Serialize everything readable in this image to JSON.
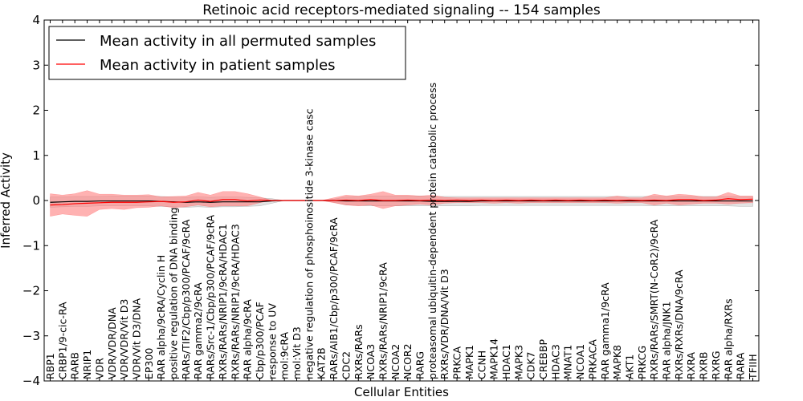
{
  "chart_data": {
    "type": "line",
    "title": "Retinoic acid receptors-mediated signaling -- 154 samples",
    "xlabel": "Cellular Entities",
    "ylabel": "Inferred Activity",
    "ylim": [
      -4,
      4
    ],
    "yticks": [
      -4,
      -3,
      -2,
      -1,
      0,
      1,
      2,
      3,
      4
    ],
    "ytick_labels": [
      "−4",
      "−3",
      "−2",
      "−1",
      "0",
      "1",
      "2",
      "3",
      "4"
    ],
    "legend_position": "top-left",
    "categories": [
      "RBP1",
      "CRBP1/9-cic-RA",
      "RARB",
      "NRIP1",
      "VDR",
      "VDR/VDR/DNA",
      "VDR/VDR/Vit D3",
      "VDR/Vit D3/DNA",
      "EP300",
      "RAR alpha/9cRA/Cyclin H",
      "positive regulation of DNA binding",
      "RARs/TIF2/Cbp/p300/PCAF/9cRA",
      "RAR gamma2/9cRA",
      "RARs/Src-1/Cbp/p300/PCAF/9cRA",
      "RXRs/RARs/NRIP1/9cRA/HDAC1",
      "RXRs/RARs/NRIP1/9cRA/HDAC3",
      "RAR alpha/9cRA",
      "Cbp/p300/PCAF",
      "response to UV",
      "mol:9cRA",
      "mol:Vit D3",
      "negative regulation of phosphoinositide 3-kinase casc",
      "KAT2B",
      "RARs/AIB1/Cbp/p300/PCAF/9cRA",
      "CDC2",
      "RXRs/RARs",
      "NCOA3",
      "RXRs/RARs/NRIP1/9cRA",
      "NCOA2",
      "NCOR2",
      "RARG",
      "proteasomal ubiquitin-dependent protein catabolic process",
      "RXRs/VDR/DNA/Vit D3",
      "PRKCA",
      "MAPK1",
      "CCNH",
      "MAPK14",
      "HDAC1",
      "MAPK3",
      "CDK7",
      "CREBBP",
      "HDAC3",
      "MNAT1",
      "NCOA1",
      "PRKACA",
      "RAR gamma1/9cRA",
      "MAPK8",
      "AKT1",
      "PRKCG",
      "RXRs/RARs/SMRT(N-CoR2)/9cRA",
      "RAR alpha/JNK1",
      "RXRs/RXRs/DNA/9cRA",
      "RXRA",
      "RXRB",
      "RXRG",
      "RAR alpha/RXRs",
      "RARA",
      "TFIIH"
    ],
    "series": [
      {
        "name": "Mean activity in all permuted samples",
        "color": "#000000",
        "values": [
          -0.04,
          -0.03,
          -0.02,
          -0.02,
          -0.01,
          -0.01,
          -0.01,
          -0.01,
          -0.01,
          -0.02,
          -0.03,
          -0.04,
          -0.03,
          -0.04,
          -0.03,
          -0.03,
          -0.03,
          -0.03,
          -0.01,
          0,
          0,
          0,
          0,
          0,
          -0.01,
          -0.01,
          -0.01,
          -0.01,
          -0.01,
          -0.01,
          -0.01,
          -0.02,
          -0.02,
          -0.02,
          -0.02,
          -0.01,
          -0.01,
          -0.01,
          -0.01,
          -0.01,
          -0.01,
          -0.01,
          -0.01,
          -0.01,
          -0.01,
          -0.01,
          -0.01,
          -0.01,
          -0.01,
          -0.01,
          -0.01,
          -0.01,
          -0.01,
          -0.01,
          -0.01,
          -0.01,
          -0.01,
          -0.01
        ],
        "lower": [
          -0.15,
          -0.14,
          -0.13,
          -0.13,
          -0.12,
          -0.12,
          -0.12,
          -0.12,
          -0.12,
          -0.13,
          -0.14,
          -0.15,
          -0.14,
          -0.15,
          -0.14,
          -0.14,
          -0.13,
          -0.12,
          -0.06,
          0,
          0,
          0,
          0,
          -0.04,
          -0.1,
          -0.11,
          -0.12,
          -0.12,
          -0.12,
          -0.12,
          -0.12,
          -0.12,
          -0.12,
          -0.12,
          -0.12,
          -0.11,
          -0.11,
          -0.11,
          -0.11,
          -0.11,
          -0.11,
          -0.11,
          -0.11,
          -0.11,
          -0.11,
          -0.11,
          -0.11,
          -0.11,
          -0.11,
          -0.12,
          -0.12,
          -0.12,
          -0.12,
          -0.12,
          -0.12,
          -0.12,
          -0.13,
          -0.13
        ],
        "upper": [
          0.08,
          0.08,
          0.09,
          0.09,
          0.09,
          0.1,
          0.1,
          0.1,
          0.1,
          0.09,
          0.08,
          0.07,
          0.08,
          0.07,
          0.08,
          0.08,
          0.07,
          0.06,
          0.04,
          0,
          0,
          0,
          0,
          0.03,
          0.08,
          0.09,
          0.1,
          0.1,
          0.1,
          0.1,
          0.1,
          0.09,
          0.09,
          0.09,
          0.09,
          0.09,
          0.09,
          0.09,
          0.09,
          0.09,
          0.09,
          0.09,
          0.09,
          0.09,
          0.09,
          0.09,
          0.09,
          0.09,
          0.09,
          0.09,
          0.09,
          0.09,
          0.09,
          0.09,
          0.09,
          0.09,
          0.09,
          0.09
        ]
      },
      {
        "name": "Mean activity in patient samples",
        "color": "#ff0000",
        "values": [
          -0.1,
          -0.09,
          -0.07,
          -0.06,
          -0.05,
          -0.04,
          -0.04,
          -0.04,
          -0.03,
          -0.02,
          -0.04,
          -0.03,
          0.01,
          -0.02,
          0.02,
          0.02,
          -0.01,
          0.01,
          0,
          0,
          0,
          0,
          0,
          0,
          0.01,
          0,
          0.02,
          0,
          0,
          0.01,
          0,
          0.01,
          0,
          0.01,
          0,
          0.01,
          0,
          0.01,
          0,
          0.01,
          0,
          0.01,
          0,
          0.01,
          0,
          0.01,
          0,
          0.01,
          0,
          0.01,
          0,
          0.02,
          0.02,
          0,
          0.01,
          0.04,
          0.02,
          0.03
        ],
        "lower": [
          -0.35,
          -0.3,
          -0.33,
          -0.35,
          -0.2,
          -0.18,
          -0.2,
          -0.16,
          -0.15,
          -0.12,
          -0.16,
          -0.14,
          -0.1,
          -0.14,
          -0.12,
          -0.12,
          -0.12,
          -0.05,
          0,
          0,
          0,
          0,
          0,
          -0.05,
          -0.1,
          -0.12,
          -0.1,
          -0.18,
          -0.12,
          -0.1,
          -0.08,
          -0.1,
          -0.06,
          -0.05,
          -0.05,
          -0.05,
          -0.06,
          -0.05,
          -0.06,
          -0.05,
          -0.05,
          -0.05,
          -0.05,
          -0.05,
          -0.05,
          -0.05,
          -0.06,
          -0.05,
          -0.05,
          -0.1,
          -0.06,
          -0.1,
          -0.08,
          -0.06,
          -0.06,
          -0.08,
          -0.06,
          -0.05
        ],
        "upper": [
          0.15,
          0.12,
          0.15,
          0.22,
          0.14,
          0.14,
          0.12,
          0.12,
          0.13,
          0.08,
          0.09,
          0.1,
          0.18,
          0.12,
          0.2,
          0.2,
          0.15,
          0.08,
          0,
          0,
          0,
          0,
          0,
          0.06,
          0.12,
          0.1,
          0.14,
          0.2,
          0.12,
          0.12,
          0.1,
          0.12,
          0.07,
          0.06,
          0.06,
          0.06,
          0.06,
          0.06,
          0.06,
          0.06,
          0.06,
          0.06,
          0.06,
          0.06,
          0.06,
          0.06,
          0.1,
          0.06,
          0.06,
          0.14,
          0.1,
          0.14,
          0.12,
          0.08,
          0.08,
          0.18,
          0.1,
          0.1
        ]
      }
    ]
  }
}
